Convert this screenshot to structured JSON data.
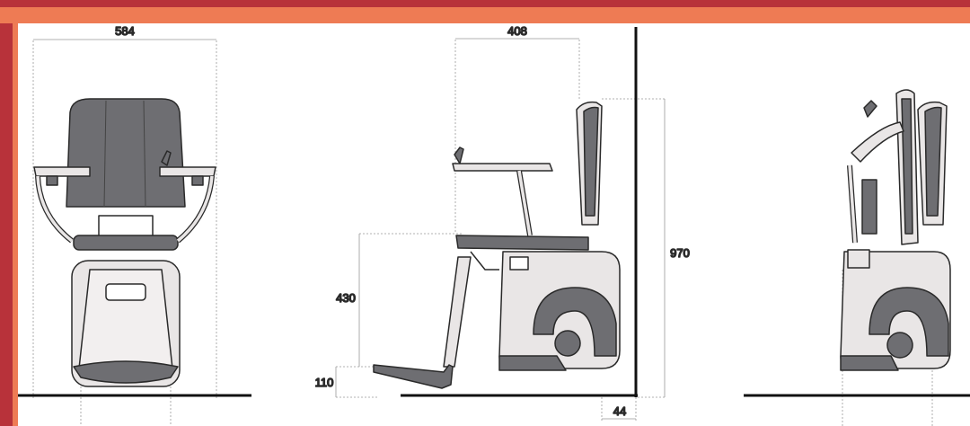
{
  "colors": {
    "frame": "#b8323a",
    "accent": "#ee7b54",
    "seat_grey": "#6e6e72",
    "body_light": "#e9e6e6",
    "outline": "#2a2a2a"
  },
  "dimensions": {
    "front_width": "584",
    "side_seat_depth": "408",
    "overall_height": "970",
    "seat_height": "430",
    "footrest_height": "110",
    "wall_gap": "44"
  }
}
